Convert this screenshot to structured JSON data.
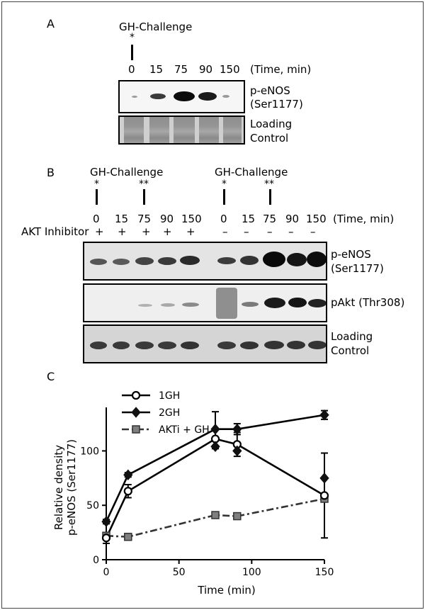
{
  "panel_a": {
    "label": "A",
    "challenge": "GH-Challenge",
    "star": "*",
    "times": [
      "0",
      "15",
      "75",
      "90",
      "150"
    ],
    "time_unit": "(Time, min)",
    "blot1_label_1": "p-eNOS",
    "blot1_label_2": "(Ser1177)",
    "blot2_label_1": "Loading",
    "blot2_label_2": "Control"
  },
  "panel_b": {
    "label": "B",
    "challenge_left": "GH-Challenge",
    "challenge_right": "GH-Challenge",
    "star_single": "*",
    "star_double": "**",
    "times": [
      "0",
      "15",
      "75",
      "90",
      "150",
      "0",
      "15",
      "75",
      "90",
      "150"
    ],
    "time_unit": "(Time, min)",
    "inhibitor_label": "AKT Inhibitor",
    "inhibitor_signs": [
      "+",
      "+",
      "+",
      "+",
      "+",
      "–",
      "–",
      "–",
      "–",
      "–"
    ],
    "blot1_label_1": "p-eNOS",
    "blot1_label_2": "(Ser1177)",
    "blot2_label": "pAkt (Thr308)",
    "blot3_label_1": "Loading",
    "blot3_label_2": "Control"
  },
  "panel_c": {
    "label": "C"
  },
  "chart_data": {
    "type": "line",
    "xlabel": "Time (min)",
    "ylabel_line1": "Relative density",
    "ylabel_line2": "p-eNOS (Ser1177)",
    "xlim": [
      0,
      150
    ],
    "ylim": [
      0,
      140
    ],
    "xticks": [
      0,
      50,
      100,
      150
    ],
    "yticks": [
      0,
      50,
      100
    ],
    "legend_position": "top-left",
    "series": [
      {
        "name": "1GH",
        "marker": "open-circle",
        "line": "solid",
        "x": [
          0,
          15,
          75,
          90,
          150
        ],
        "y": [
          20,
          63,
          111,
          106,
          59
        ],
        "err": [
          5,
          6,
          9,
          11,
          39
        ]
      },
      {
        "name": "2GH",
        "marker": "filled-diamond",
        "line": "solid",
        "x": [
          0,
          15,
          75,
          90,
          150
        ],
        "y": [
          35,
          78,
          120,
          120,
          133
        ],
        "err": [
          2,
          2,
          16,
          5,
          4
        ]
      },
      {
        "name": "AKTi + GH",
        "marker": "gray-square",
        "line": "dash-dot",
        "x": [
          0,
          15,
          75,
          90,
          150
        ],
        "y": [
          22,
          21,
          41,
          40,
          56
        ],
        "err": [
          2,
          2,
          2,
          2,
          2
        ]
      }
    ],
    "extra_points": [
      {
        "series": "2GH",
        "x": 75,
        "y": 104
      },
      {
        "series": "2GH",
        "x": 90,
        "y": 100
      },
      {
        "series": "2GH",
        "x": 150,
        "y": 75
      }
    ]
  }
}
